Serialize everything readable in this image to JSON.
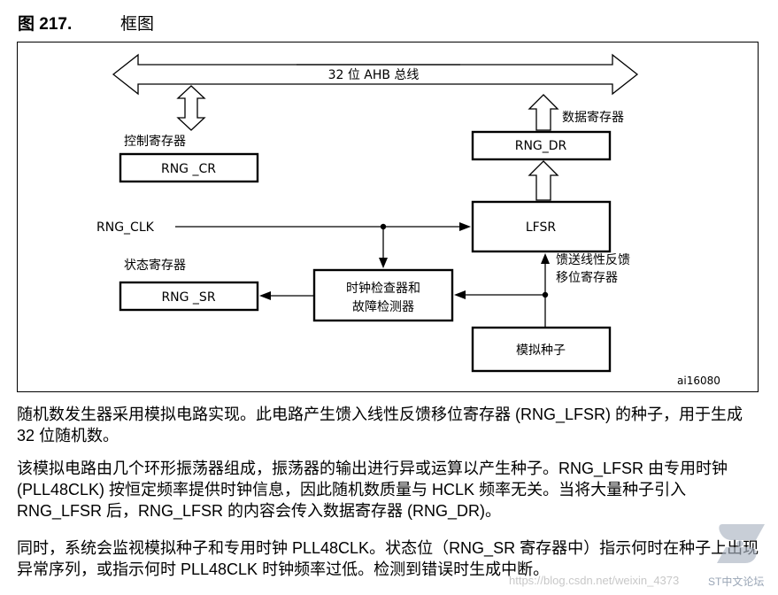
{
  "figure": {
    "number": "图 217.",
    "title": "框图",
    "id_tag": "ai16080"
  },
  "diagram": {
    "bus_label": "32 位 AHB 总线",
    "control_register_label": "控制寄存器",
    "control_register_block": "RNG _CR",
    "data_register_label": "数据寄存器",
    "data_register_block": "RNG_DR",
    "lfsr_block": "LFSR",
    "clock_input": "RNG_CLK",
    "status_register_label": "状态寄存器",
    "status_register_block": "RNG _SR",
    "checker_line1": "时钟检查器和",
    "checker_line2": "故障检测器",
    "feedback_line1": "馈送线性反馈",
    "feedback_line2": "移位寄存器",
    "analog_seed": "模拟种子"
  },
  "text": {
    "para1": "随机数发生器采用模拟电路实现。此电路产生馈入线性反馈移位寄存器 (RNG_LFSR) 的种子，用于生成 32 位随机数。",
    "para2": "该模拟电路由几个环形振荡器组成，振荡器的输出进行异或运算以产生种子。RNG_LFSR 由专用时钟 (PLL48CLK) 按恒定频率提供时钟信息，因此随机数质量与 HCLK 频率无关。当将大量种子引入 RNG_LFSR 后，RNG_LFSR 的内容会传入数据寄存器 (RNG_DR)。",
    "para3": "同时，系统会监视模拟种子和专用时钟 PLL48CLK。状态位（RNG_SR 寄存器中）指示何时在种子上出现异常序列，或指示何时 PLL48CLK 时钟频率过低。检测到错误时生成中断。"
  },
  "watermark": {
    "url": "https://blog.csdn.net/weixin_4373",
    "forum": "ST中文论坛"
  }
}
